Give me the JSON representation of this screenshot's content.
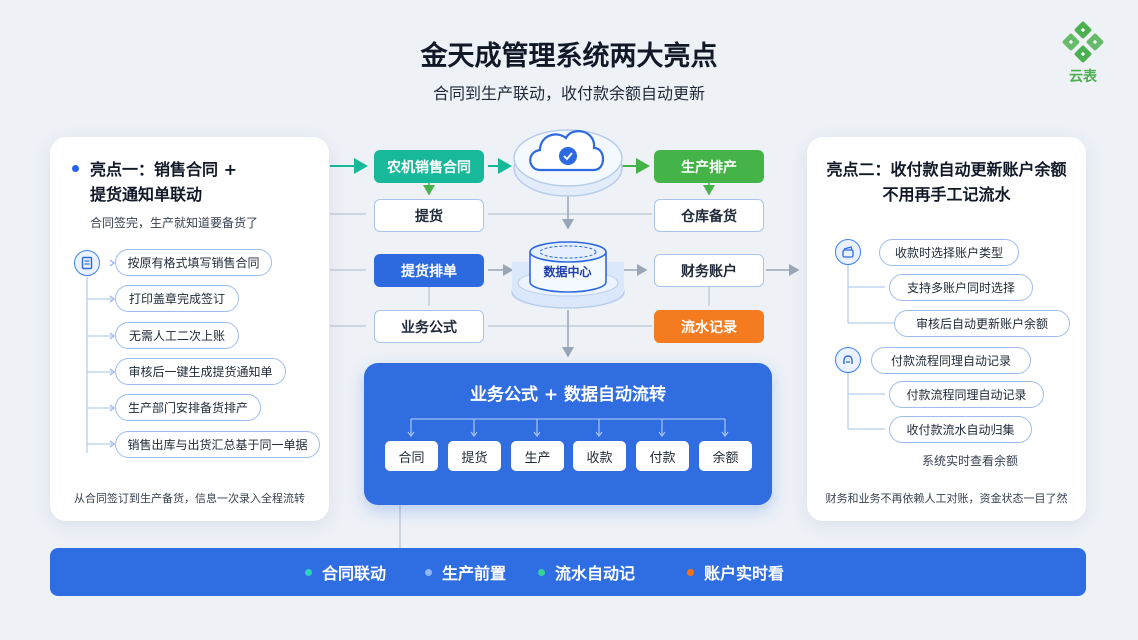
{
  "header": {
    "title": "金天成管理系统两大亮点",
    "subtitle": "合同到生产联动，收付款余额自动更新",
    "logo_text": "云表"
  },
  "left_card": {
    "title_line1": "亮点一：销售合同 +",
    "title_line2": "提货通知单联动",
    "description": "合同签完，生产就知道要备货了",
    "steps": [
      "按原有格式填写销售合同",
      "打印盖章完成签订",
      "无需人工二次上账",
      "审核后一键生成提货通知单",
      "生产部门安排备货排产",
      "销售出库与出货汇总基于同一单据"
    ],
    "footer": "从合同签订到生产备货，信息一次录入全程流转"
  },
  "right_card": {
    "title_line1": "亮点二：收付款自动更新账户余额",
    "title_line2": "不用再手工记流水",
    "group1": [
      "收款时选择账户类型",
      "支持多账户同时选择",
      "审核后自动更新账户余额"
    ],
    "group2": [
      "付款流程同理自动记录",
      "付款流程同理自动记录",
      "收付款流水自动归集"
    ],
    "note": "系统实时查看余额",
    "footer": "财务和业务不再依赖人工对账，资金状态一目了然"
  },
  "flow": {
    "left_boxes": [
      "农机销售合同",
      "提货",
      "提货排单",
      "业务公式"
    ],
    "right_boxes": [
      "生产排产",
      "仓库备货",
      "财务账户",
      "流水记录"
    ],
    "database_label": "数据中心"
  },
  "center_panel": {
    "title": "业务公式 + 数据自动流转",
    "chips": [
      "合同",
      "提货",
      "生产",
      "收款",
      "付款",
      "余额"
    ]
  },
  "bottom_bar": {
    "items": [
      {
        "label": "合同联动",
        "color": "#2dd4bf"
      },
      {
        "label": "生产前置",
        "color": "#93b4f5"
      },
      {
        "label": "流水自动记",
        "color": "#34d399"
      },
      {
        "label": "账户实时看",
        "color": "#f97316"
      }
    ]
  },
  "colors": {
    "teal": "#18b89b",
    "green": "#44b449",
    "blue": "#2d6ae0",
    "orange": "#f47b20",
    "background": "#eef2f7"
  }
}
